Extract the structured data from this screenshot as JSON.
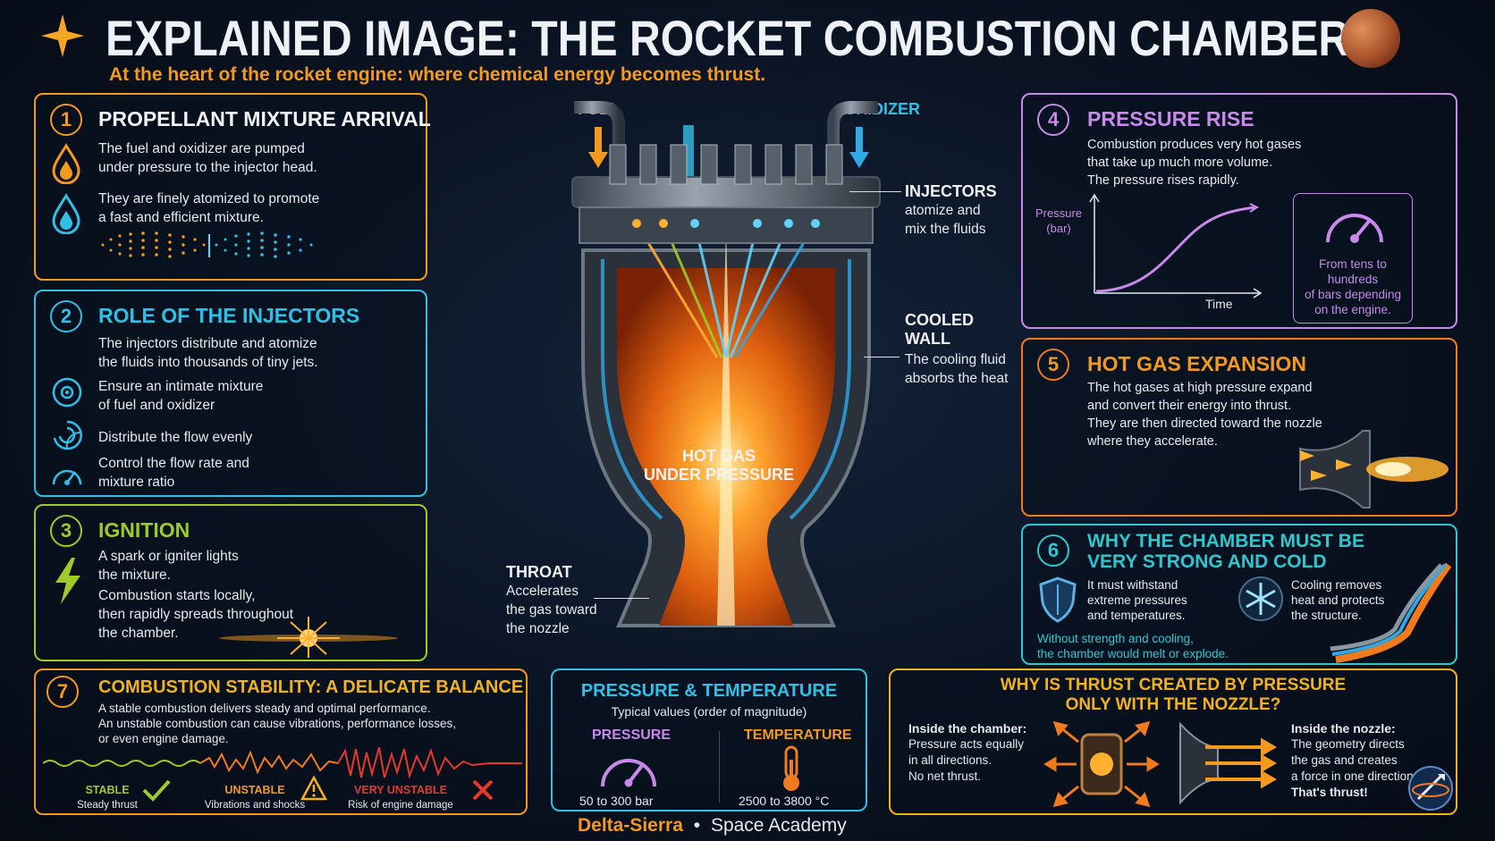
{
  "header": {
    "title": "EXPLAINED IMAGE: THE ROCKET COMBUSTION CHAMBER",
    "subtitle": "At the heart of the rocket engine: where chemical energy becomes thrust."
  },
  "center": {
    "fuel": "FUEL",
    "oxidizer": "OXIDIZER",
    "hot_gas_1": "HOT GAS",
    "hot_gas_2": "UNDER PRESSURE",
    "injectors_title": "INJECTORS",
    "injectors_text_1": "atomize and",
    "injectors_text_2": "mix the fluids",
    "cooled_title_1": "COOLED",
    "cooled_title_2": "WALL",
    "cooled_text_1": "The cooling fluid",
    "cooled_text_2": "absorbs the heat",
    "throat_title": "THROAT",
    "throat_text_1": "Accelerates",
    "throat_text_2": "the gas toward",
    "throat_text_3": "the nozzle"
  },
  "panel1": {
    "num": "1",
    "title": "PROPELLANT MIXTURE ARRIVAL",
    "text1a": "The fuel and oxidizer are pumped",
    "text1b": "under pressure to the injector head.",
    "text2a": "They are finely atomized to promote",
    "text2b": "a fast and efficient mixture."
  },
  "panel2": {
    "num": "2",
    "title": "ROLE OF THE INJECTORS",
    "text1a": "The injectors distribute and atomize",
    "text1b": "the fluids into thousands of tiny jets.",
    "item1a": "Ensure an intimate mixture",
    "item1b": "of fuel and oxidizer",
    "item2": "Distribute the flow evenly",
    "item3a": "Control the flow rate and",
    "item3b": "mixture ratio"
  },
  "panel3": {
    "num": "3",
    "title": "IGNITION",
    "text1a": "A spark or igniter lights",
    "text1b": "the mixture.",
    "text2a": "Combustion starts locally,",
    "text2b": "then rapidly spreads throughout",
    "text2c": "the chamber."
  },
  "panel4": {
    "num": "4",
    "title": "PRESSURE RISE",
    "text1": "Combustion produces very hot gases",
    "text2": "that take up much more volume.",
    "text3": "The pressure rises rapidly.",
    "ylabel_1": "Pressure",
    "ylabel_2": "(bar)",
    "xlabel": "Time",
    "gauge_1": "From tens to",
    "gauge_2": "hundreds",
    "gauge_3": "of bars depending",
    "gauge_4": "on the engine."
  },
  "panel5": {
    "num": "5",
    "title": "HOT GAS EXPANSION",
    "text1": "The hot gases at high pressure expand",
    "text2": "and convert their energy into thrust.",
    "text3": "They are then directed toward the nozzle",
    "text4": "where they accelerate."
  },
  "panel6": {
    "num": "6",
    "title1": "WHY THE CHAMBER MUST BE",
    "title2": "VERY STRONG AND COLD",
    "shield1": "It must withstand",
    "shield2": "extreme pressures",
    "shield3": "and temperatures.",
    "cool1": "Cooling removes",
    "cool2": "heat and protects",
    "cool3": "the structure.",
    "warn1": "Without strength and cooling,",
    "warn2": "the chamber would melt or explode."
  },
  "panel7": {
    "num": "7",
    "title": "COMBUSTION STABILITY: A DELICATE BALANCE",
    "text1": "A stable combustion delivers steady and optimal performance.",
    "text2": "An unstable combustion can cause vibrations, performance losses,",
    "text3": "or even engine damage.",
    "stable": "STABLE",
    "stable_sub": "Steady thrust",
    "unstable": "UNSTABLE",
    "unstable_sub": "Vibrations and shocks",
    "very": "VERY UNSTABLE",
    "very_sub": "Risk of engine damage"
  },
  "panel8": {
    "title": "PRESSURE & TEMPERATURE",
    "sub": "Typical values (order of magnitude)",
    "pressure": "PRESSURE",
    "pressure_val": "50 to 300 bar",
    "temperature": "TEMPERATURE",
    "temperature_val": "2500 to 3800 °C"
  },
  "panel9": {
    "title1": "WHY IS THRUST CREATED BY PRESSURE",
    "title2": "ONLY WITH THE NOZZLE?",
    "inside_chamber": "Inside the chamber:",
    "ic1": "Pressure acts equally",
    "ic2": "in all directions.",
    "ic3": "No net thrust.",
    "inside_nozzle": "Inside the nozzle:",
    "in1": "The geometry directs",
    "in2": "the gas and creates",
    "in3": "a force in one direction.",
    "in4": "That's thrust!"
  },
  "footer": {
    "brand": "Delta-Sierra",
    "dot": "•",
    "academy": "Space Academy"
  },
  "colors": {
    "orange": "#f39a1e",
    "cyan": "#2fc0e6",
    "green": "#9ecb2a",
    "violet": "#c78ae8",
    "teal": "#2fc7cf",
    "red": "#e5392a"
  }
}
